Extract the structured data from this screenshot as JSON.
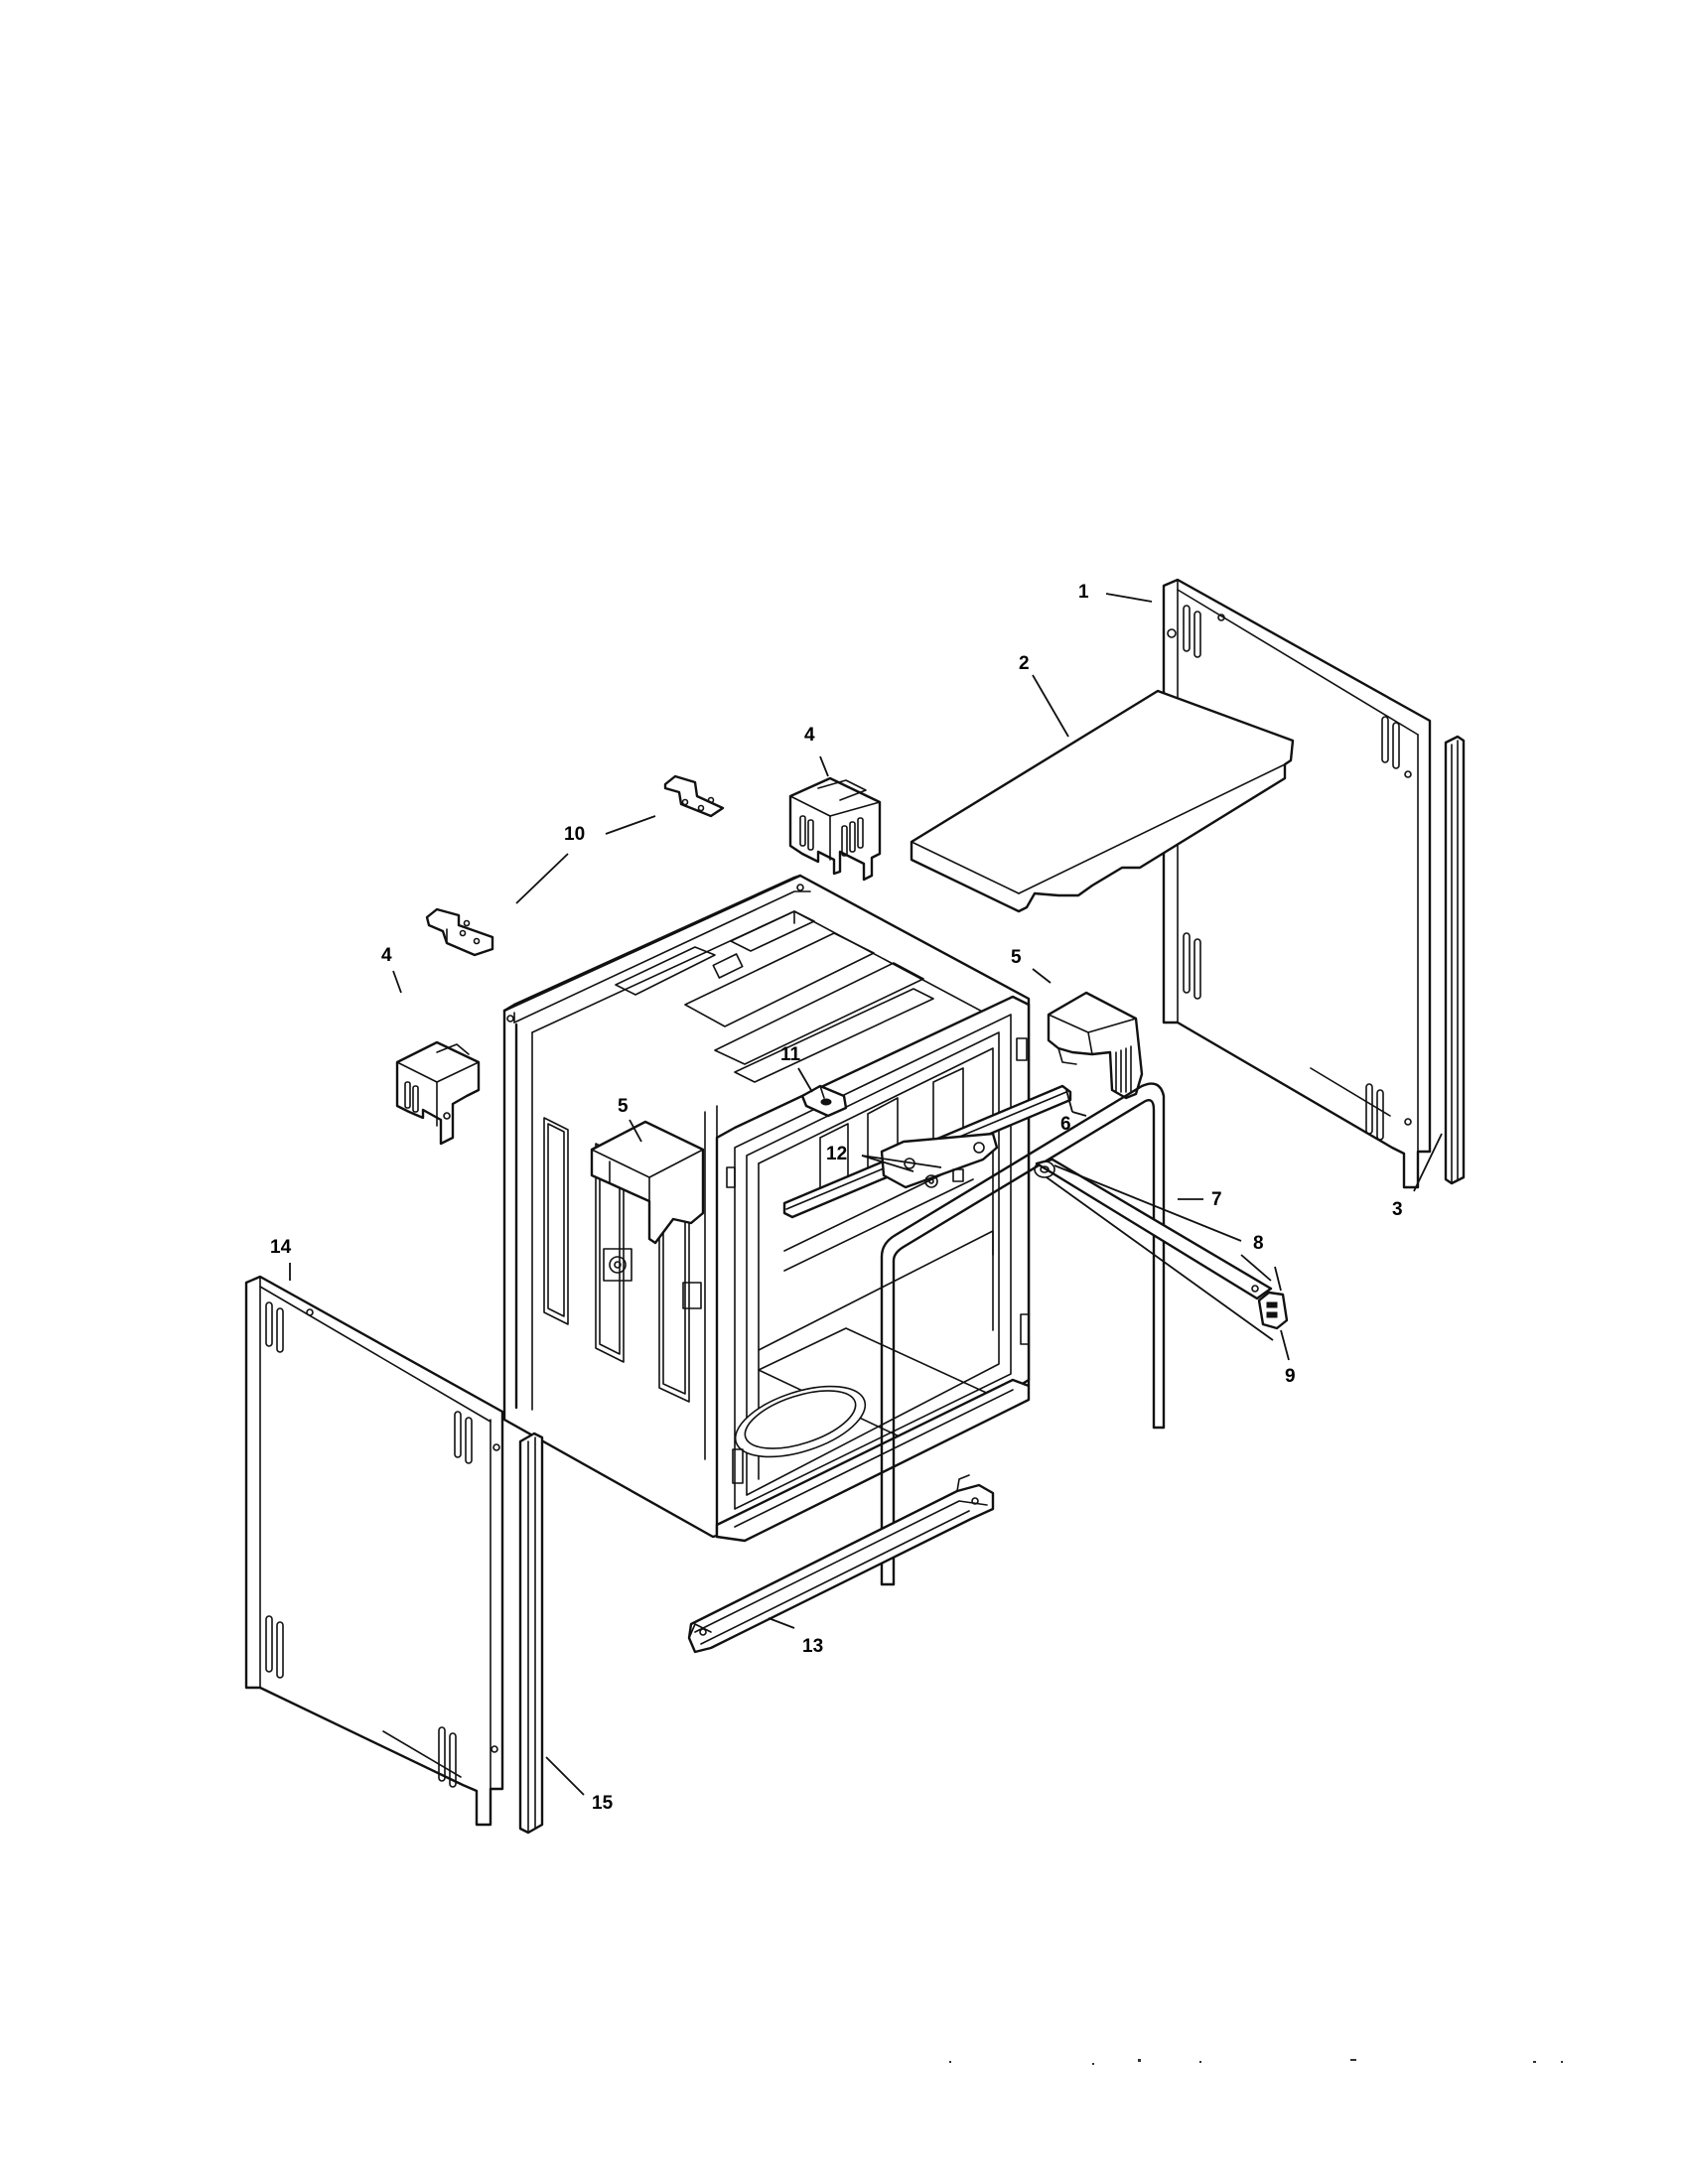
{
  "callouts": {
    "c1": "1",
    "c2": "2",
    "c3": "3",
    "c4a": "4",
    "c4b": "4",
    "c5a": "5",
    "c5b": "5",
    "c6": "6",
    "c7": "7",
    "c8": "8",
    "c9": "9",
    "c10": "10",
    "c11": "11",
    "c12": "12",
    "c13": "13",
    "c14": "14",
    "c15": "15"
  },
  "colors": {
    "line": "#111111",
    "background": "#ffffff"
  }
}
